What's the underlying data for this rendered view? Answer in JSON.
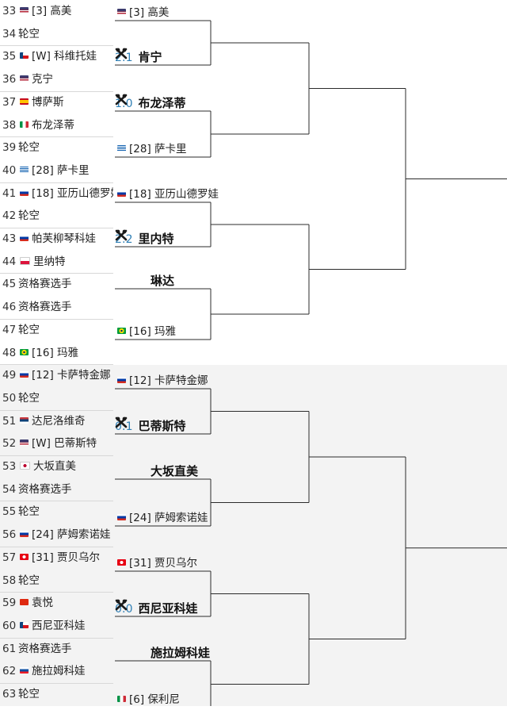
{
  "colors": {
    "line": "#2b2b2b",
    "score": "#2f7fb5",
    "flag_us_red": "#b22234",
    "flag_us_blue": "#3c3b6e"
  },
  "round1": [
    {
      "seed": "33",
      "flag": "us",
      "name": "[3] 高美"
    },
    {
      "seed": "34",
      "flag": "",
      "name": "轮空"
    },
    {
      "seed": "35",
      "flag": "cz",
      "name": "[W] 科维托娃"
    },
    {
      "seed": "36",
      "flag": "us",
      "name": "克宁"
    },
    {
      "seed": "37",
      "flag": "es",
      "name": "博萨斯"
    },
    {
      "seed": "38",
      "flag": "it",
      "name": "布龙泽蒂"
    },
    {
      "seed": "39",
      "flag": "",
      "name": "轮空"
    },
    {
      "seed": "40",
      "flag": "gr",
      "name": "[28] 萨卡里"
    },
    {
      "seed": "41",
      "flag": "ru",
      "name": "[18] 亚历山德罗娃"
    },
    {
      "seed": "42",
      "flag": "",
      "name": "轮空"
    },
    {
      "seed": "43",
      "flag": "ru",
      "name": "帕芙柳琴科娃"
    },
    {
      "seed": "44",
      "flag": "pl",
      "name": "里纳特"
    },
    {
      "seed": "45",
      "flag": "",
      "name": "资格赛选手"
    },
    {
      "seed": "46",
      "flag": "",
      "name": "资格赛选手"
    },
    {
      "seed": "47",
      "flag": "",
      "name": "轮空"
    },
    {
      "seed": "48",
      "flag": "br",
      "name": "[16] 玛雅"
    },
    {
      "seed": "49",
      "flag": "ru",
      "name": "[12] 卡萨特金娜"
    },
    {
      "seed": "50",
      "flag": "",
      "name": "轮空"
    },
    {
      "seed": "51",
      "flag": "rs",
      "name": "达尼洛维奇"
    },
    {
      "seed": "52",
      "flag": "us",
      "name": "[W] 巴蒂斯特"
    },
    {
      "seed": "53",
      "flag": "jp",
      "name": "大坂直美"
    },
    {
      "seed": "54",
      "flag": "",
      "name": "资格赛选手"
    },
    {
      "seed": "55",
      "flag": "",
      "name": "轮空"
    },
    {
      "seed": "56",
      "flag": "ru",
      "name": "[24] 萨姆索诺娃"
    },
    {
      "seed": "57",
      "flag": "tn",
      "name": "[31] 贾贝乌尔"
    },
    {
      "seed": "58",
      "flag": "",
      "name": "轮空"
    },
    {
      "seed": "59",
      "flag": "cn",
      "name": "袁悦"
    },
    {
      "seed": "60",
      "flag": "cz",
      "name": "西尼亚科娃"
    },
    {
      "seed": "61",
      "flag": "",
      "name": "资格赛选手"
    },
    {
      "seed": "62",
      "flag": "sk",
      "name": "施拉姆科娃"
    },
    {
      "seed": "63",
      "flag": "",
      "name": "轮空"
    }
  ],
  "round2": [
    {
      "flag": "us",
      "name": "[3] 高美"
    },
    {
      "score": "2:1",
      "winner": "肯宁",
      "icon": "tennis-cross-icon"
    },
    {
      "score": "1:0",
      "winner": "布龙泽蒂",
      "icon": "tennis-cross-icon"
    },
    {
      "flag": "gr",
      "name": "[28] 萨卡里"
    },
    {
      "flag": "ru",
      "name": "[18] 亚历山德罗娃"
    },
    {
      "score": "2:2",
      "winner": "里内特",
      "icon": "tennis-cross-icon"
    },
    {
      "winner": "琳达"
    },
    {
      "flag": "br",
      "name": "[16] 玛雅"
    },
    {
      "flag": "ru",
      "name": "[12] 卡萨特金娜"
    },
    {
      "score": "0:1",
      "winner": "巴蒂斯特",
      "icon": "tennis-cross-icon"
    },
    {
      "winner": "大坂直美"
    },
    {
      "flag": "ru",
      "name": "[24] 萨姆索诺娃"
    },
    {
      "flag": "tn",
      "name": "[31] 贾贝乌尔"
    },
    {
      "score": "0:0",
      "winner": "西尼亚科娃",
      "icon": "tennis-cross-icon"
    },
    {
      "winner": "施拉姆科娃"
    },
    {
      "flag": "it",
      "name": "[6] 保利尼"
    }
  ]
}
